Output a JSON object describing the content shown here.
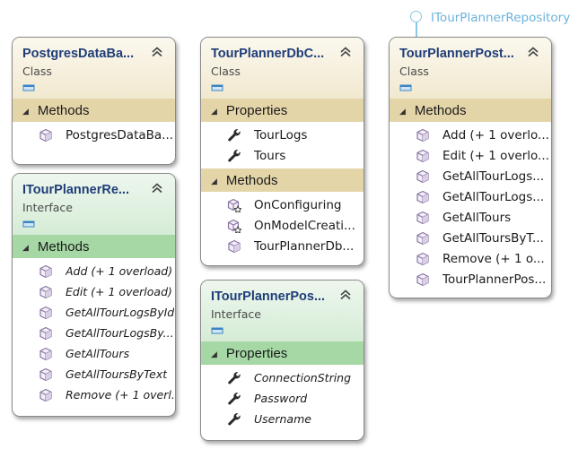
{
  "lollipop_label": "ITourPlannerRepository",
  "shapes": {
    "postgres": {
      "title": "PostgresDataBa...",
      "stereotype": "Class",
      "compartments": [
        {
          "label": "Methods",
          "members": [
            {
              "label": "PostgresDataBa...",
              "icon": "method-icon"
            }
          ]
        }
      ]
    },
    "dbcontext": {
      "title": "TourPlannerDbC...",
      "stereotype": "Class",
      "compartments": [
        {
          "label": "Properties",
          "members": [
            {
              "label": "TourLogs",
              "icon": "property-wrench-icon"
            },
            {
              "label": "Tours",
              "icon": "property-wrench-icon"
            }
          ]
        },
        {
          "label": "Methods",
          "members": [
            {
              "label": "OnConfiguring",
              "icon": "override-method-icon"
            },
            {
              "label": "OnModelCreati...",
              "icon": "override-method-icon"
            },
            {
              "label": "TourPlannerDb...",
              "icon": "method-icon"
            }
          ]
        }
      ]
    },
    "postrepo": {
      "title": "TourPlannerPost...",
      "stereotype": "Class",
      "compartments": [
        {
          "label": "Methods",
          "members": [
            {
              "label": "Add (+ 1 overlo...",
              "icon": "method-icon"
            },
            {
              "label": "Edit (+ 1 overlo...",
              "icon": "method-icon"
            },
            {
              "label": "GetAllTourLogs...",
              "icon": "method-icon"
            },
            {
              "label": "GetAllTourLogs...",
              "icon": "method-icon"
            },
            {
              "label": "GetAllTours",
              "icon": "method-icon"
            },
            {
              "label": "GetAllToursByT...",
              "icon": "method-icon"
            },
            {
              "label": "Remove (+ 1 o...",
              "icon": "method-icon"
            },
            {
              "label": "TourPlannerPos...",
              "icon": "method-icon"
            }
          ]
        }
      ]
    },
    "irepo": {
      "title": "ITourPlannerRe...",
      "stereotype": "Interface",
      "compartments": [
        {
          "label": "Methods",
          "members": [
            {
              "label": "Add (+ 1 overload)",
              "icon": "method-icon"
            },
            {
              "label": "Edit (+ 1 overload)",
              "icon": "method-icon"
            },
            {
              "label": "GetAllTourLogsById",
              "icon": "method-icon"
            },
            {
              "label": "GetAllTourLogsBy...",
              "icon": "method-icon"
            },
            {
              "label": "GetAllTours",
              "icon": "method-icon"
            },
            {
              "label": "GetAllToursByText",
              "icon": "method-icon"
            },
            {
              "label": "Remove (+ 1 overl...",
              "icon": "method-icon"
            }
          ]
        }
      ]
    },
    "ipost": {
      "title": "ITourPlannerPos...",
      "stereotype": "Interface",
      "compartments": [
        {
          "label": "Properties",
          "members": [
            {
              "label": "ConnectionString",
              "icon": "property-wrench-icon"
            },
            {
              "label": "Password",
              "icon": "property-wrench-icon"
            },
            {
              "label": "Username",
              "icon": "property-wrench-icon"
            }
          ]
        }
      ]
    }
  },
  "colors": {
    "title": "#1f3d78",
    "class_header": "#f1e8cf",
    "class_compartment": "#e4d5a9",
    "interface_header": "#d5ecd6",
    "interface_compartment": "#a5d8a4",
    "lollipop": "#8cc7e6"
  }
}
